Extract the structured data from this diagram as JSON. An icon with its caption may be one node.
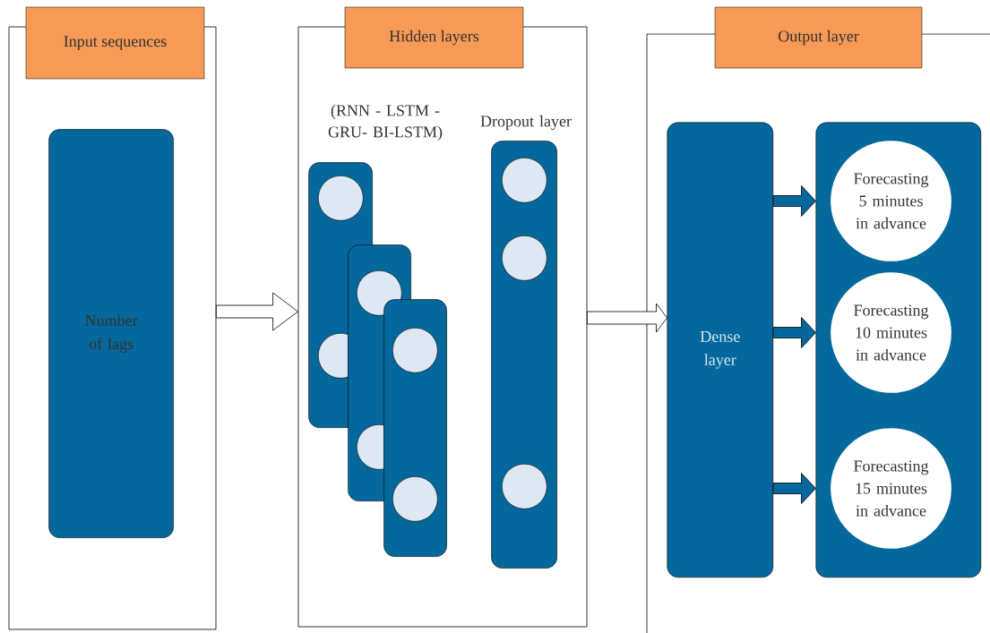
{
  "diagram": {
    "nodes": [
      {
        "text": [
          "Input sequences"
        ]
      },
      {
        "text": [
          "Number of lags"
        ],
        "in": 0
      },
      {
        "text": [
          "Hidden layers"
        ]
      },
      {
        "text": [],
        "shape": "bar",
        "in": 2,
        "beside": [
          "(RNN - LSTM - GRU- BI-LSTM)"
        ]
      },
      {
        "text": [],
        "shape": "circle",
        "in": 3
      },
      {
        "text": [],
        "shape": "circle",
        "in": 3
      },
      {
        "text": [],
        "shape": "bar",
        "in": 2
      },
      {
        "text": [],
        "shape": "circle",
        "in": 6
      },
      {
        "text": [],
        "shape": "circle",
        "in": 6
      },
      {
        "text": [],
        "shape": "bar",
        "in": 2
      },
      {
        "text": [],
        "shape": "circle",
        "in": 9
      },
      {
        "text": [],
        "shape": "circle",
        "in": 9
      },
      {
        "text": [],
        "shape": "bar",
        "in": 2,
        "beside": [
          "Dropout layer"
        ]
      },
      {
        "text": [],
        "shape": "circle",
        "in": 12
      },
      {
        "text": [],
        "shape": "circle",
        "in": 12
      },
      {
        "text": [],
        "shape": "circle",
        "in": 12
      },
      {
        "text": [
          "Output layer"
        ]
      },
      {
        "text": [
          "Dense layer"
        ],
        "in": 16
      },
      {
        "text": [],
        "shape": "bar",
        "in": 16
      },
      {
        "text": [
          "Forecasting 5 minutes in advance"
        ],
        "in": 18
      },
      {
        "text": [
          "Forecasting 10 minutes in advance"
        ],
        "in": 18
      },
      {
        "text": [
          "Forecasting 15 minutes in advance"
        ],
        "in": 18
      }
    ],
    "edges": [
      {
        "from": 0,
        "to": 2,
        "arrow": "to",
        "color": "#ffffff"
      },
      {
        "from": 2,
        "to": 17,
        "arrow": "to",
        "color": "#ffffff"
      },
      {
        "from": 17,
        "to": 19,
        "arrow": "to"
      },
      {
        "from": 17,
        "to": 20,
        "arrow": "to"
      },
      {
        "from": 17,
        "to": 21,
        "arrow": "to"
      }
    ]
  }
}
